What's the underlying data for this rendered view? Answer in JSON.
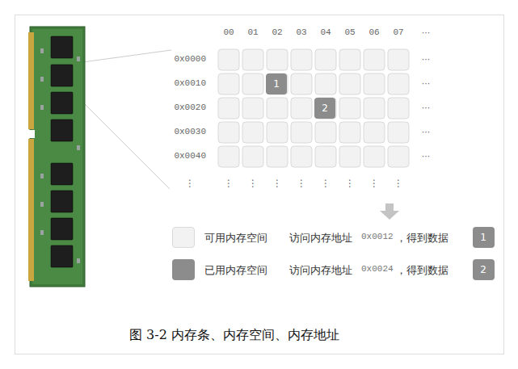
{
  "diagram": {
    "caption": "图 3-2 内存条、内存空间、内存地址",
    "nodes": [
      {
        "text": [
          "1"
        ]
      },
      {
        "text": [
          "2"
        ]
      },
      {
        "text": [
          "1"
        ]
      },
      {
        "text": [
          "2"
        ]
      }
    ],
    "labels": [
      "00",
      "01",
      "02",
      "03",
      "04",
      "05",
      "06",
      "07",
      "···",
      "0x0000",
      "···",
      "0x0010",
      "···",
      "0x0020",
      "···",
      "0x0030",
      "···",
      "0x0040",
      "···",
      "⋮",
      "⋮",
      "⋮",
      "⋮",
      "⋮",
      "⋮",
      "⋮",
      "⋮",
      "⋮",
      "访问内存地址",
      "0x0012",
      "，得到数据",
      "访问内存地址",
      "0x0024",
      "，得到数据"
    ],
    "legend": [
      {
        "text": "可用内存空间",
        "color": "#f2f2f2"
      },
      {
        "text": "已用内存空间",
        "color": "#8c8c8c"
      }
    ]
  }
}
